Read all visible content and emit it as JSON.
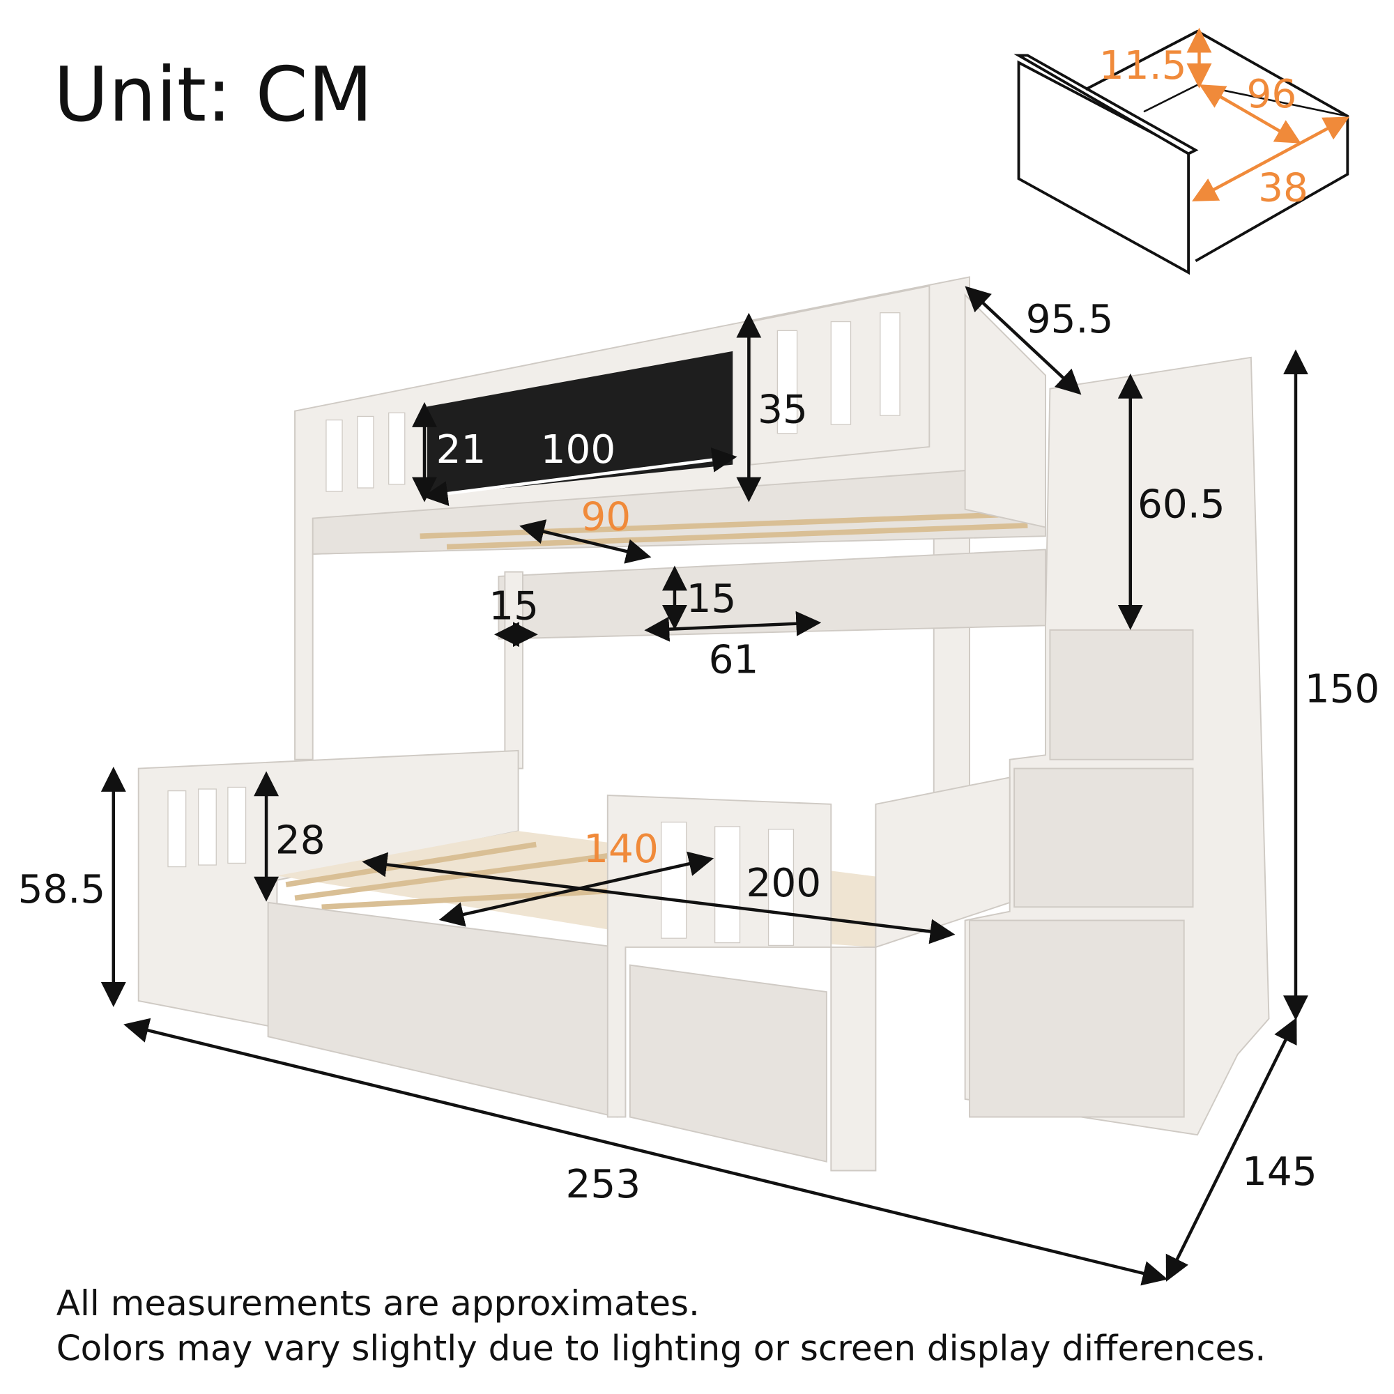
{
  "title": "Unit: CM",
  "drawer_dimensions": {
    "height": "11.5",
    "depth": "96",
    "width": "38"
  },
  "dimensions": {
    "top_bed_depth": "95.5",
    "top_guardrail_height": "35",
    "chalkboard_height": "21",
    "chalkboard_width": "100",
    "top_bed_width": "90",
    "shelf_depth": "15",
    "shelf_height": "15",
    "shelf_width": "61",
    "stair_rail_height": "60.5",
    "total_height": "150",
    "bottom_guardrail_height": "28",
    "bottom_bed_width": "140",
    "bottom_bed_length": "200",
    "bottom_bed_height": "58.5",
    "total_length": "253",
    "total_width": "145"
  },
  "footer": {
    "line1": "All measurements are approximates.",
    "line2": "Colors may vary slightly due to lighting or screen display differences."
  },
  "colors": {
    "accent": "#f08a3a",
    "text": "#111111",
    "chalkboard": "#1e1e1e"
  }
}
